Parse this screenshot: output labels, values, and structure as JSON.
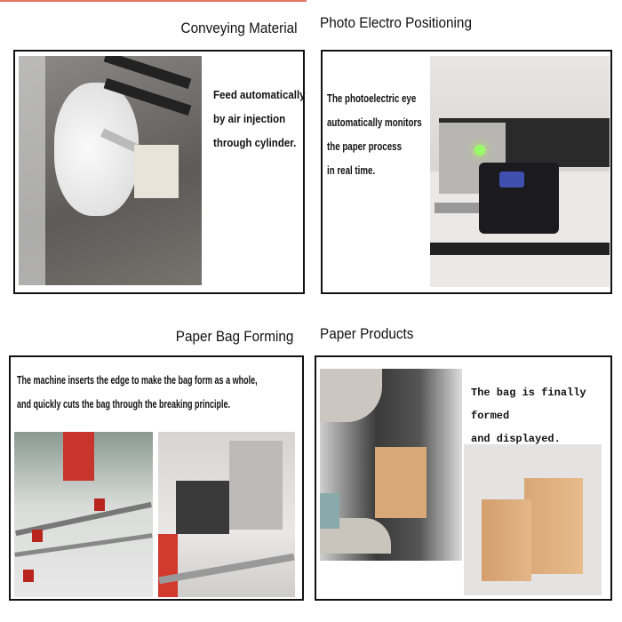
{
  "sections": [
    {
      "title": "Conveying Material",
      "description": [
        "Feed automatically",
        "by air injection",
        "through cylinder."
      ]
    },
    {
      "title": "Photo Electro Positioning",
      "description": [
        "The photoelectric eye",
        "automatically monitors",
        "the paper process",
        "in real time."
      ]
    },
    {
      "title": "Paper Bag Forming",
      "description": [
        "The machine inserts the edge to make the bag form as a whole,",
        "and quickly cuts the bag through the breaking principle."
      ]
    },
    {
      "title": "Paper Products",
      "description": [
        "The bag is finally formed",
        "and displayed."
      ]
    }
  ],
  "colors": {
    "accent_line": "#e07563",
    "kraft": "#d9a877",
    "machine_red": "#c8362b"
  }
}
